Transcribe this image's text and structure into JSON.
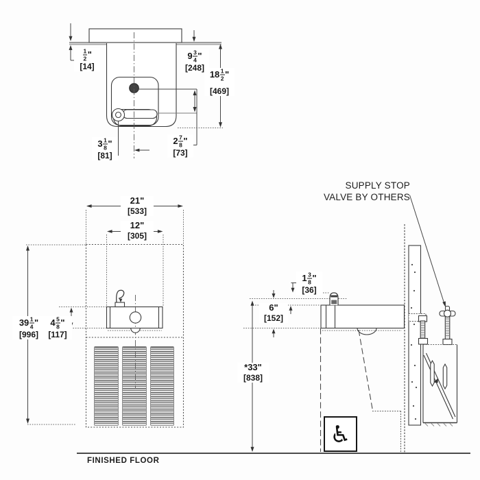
{
  "labels": {
    "supply_stop_line1": "SUPPLY STOP",
    "supply_stop_line2": "VALVE BY OTHERS",
    "finished_floor": "FINISHED FLOOR"
  },
  "icons": {
    "wheelchair": "♿"
  },
  "plan_view": {
    "dims": {
      "wall_offset": {
        "whole": "",
        "num": "1",
        "den": "2",
        "unit": "\"",
        "mm": "[14]"
      },
      "depth_right": {
        "whole": "9",
        "num": "3",
        "den": "4",
        "unit": "\"",
        "mm": "[248]"
      },
      "overall_depth": {
        "whole": "18",
        "num": "1",
        "den": "2",
        "unit": "\"",
        "mm": "[469]"
      },
      "bubbler_offset": {
        "whole": "3",
        "num": "1",
        "den": "8",
        "unit": "\"",
        "mm": "[81]"
      },
      "drain_to_bubbler": {
        "whole": "2",
        "num": "7",
        "den": "8",
        "unit": "\"",
        "mm": "[73]"
      }
    }
  },
  "front_view": {
    "dims": {
      "overall_width": {
        "whole": "21",
        "num": "",
        "den": "",
        "unit": "\"",
        "mm": "[533]"
      },
      "basin_width": {
        "whole": "12",
        "num": "",
        "den": "",
        "unit": "\"",
        "mm": "[305]"
      },
      "overall_height": {
        "whole": "39",
        "num": "1",
        "den": "4",
        "unit": "\"",
        "mm": "[996]"
      },
      "unit_height": {
        "whole": "4",
        "num": "5",
        "den": "8",
        "unit": "\"",
        "mm": "[117]"
      }
    }
  },
  "side_view": {
    "dims": {
      "bubbler_height": {
        "whole": "1",
        "num": "3",
        "den": "8",
        "unit": "\"",
        "mm": "[36]"
      },
      "body_height": {
        "whole": "6",
        "num": "",
        "den": "",
        "unit": "\"",
        "mm": "[152]"
      },
      "rim_height": {
        "whole": "*33",
        "num": "",
        "den": "",
        "unit": "\"",
        "mm": "[838]"
      }
    }
  }
}
